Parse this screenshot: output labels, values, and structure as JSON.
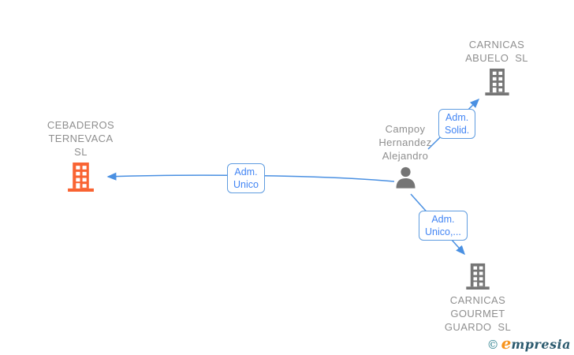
{
  "colors": {
    "edge_blue": "#4a90e2",
    "label_text_blue": "#4285f4",
    "label_border_blue": "#5f9ce0",
    "node_text_gray": "#8f8f8f",
    "icon_gray": "#757575",
    "highlight_orange": "#f96332",
    "logo_teal": "#2d808f",
    "logo_orange": "#f7941d",
    "logo_navy": "#2b5a6e"
  },
  "nodes": {
    "company_left": {
      "name": "CEBADEROS TERNEVACA SL",
      "lines": [
        "CEBADEROS",
        "TERNEVACA",
        "SL"
      ]
    },
    "company_top_right": {
      "name": "CARNICAS ABUELO SL",
      "lines": [
        "CARNICAS",
        "ABUELO  SL"
      ]
    },
    "company_bottom_right": {
      "name": "CARNICAS GOURMET GUARDO SL",
      "lines": [
        "CARNICAS",
        "GOURMET",
        "GUARDO  SL"
      ]
    },
    "person": {
      "name": "Campoy Hernandez Alejandro",
      "lines": [
        "Campoy",
        "Hernandez",
        "Alejandro"
      ]
    }
  },
  "edges": {
    "adm_solid": {
      "role": "Adm. Solid.",
      "lines": [
        "Adm.",
        "Solid."
      ]
    },
    "adm_unico": {
      "role": "Adm. Unico",
      "lines": [
        "Adm.",
        "Unico"
      ]
    },
    "adm_unico_more": {
      "role": "Adm. Unico,...",
      "lines": [
        "Adm.",
        "Unico,..."
      ]
    }
  },
  "watermark": {
    "copyright": "©",
    "brand_initial": "e",
    "brand_rest": "mpresia"
  }
}
